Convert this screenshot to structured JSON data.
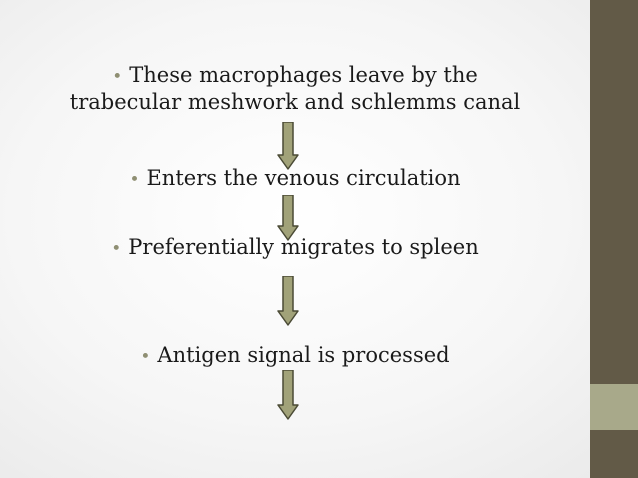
{
  "slide": {
    "bullets": [
      {
        "line1": "These macrophages leave by the",
        "line2": "trabecular meshwork and schlemms canal"
      },
      {
        "text": "Enters the venous circulation"
      },
      {
        "text": "Preferentially migrates to spleen"
      },
      {
        "text": "Antigen signal is processed"
      }
    ],
    "bullet_glyph": "•",
    "arrow_icon": "down-arrow-icon"
  },
  "theme": {
    "sidebar_color": "#625a47",
    "sidebar_accent_color": "#a8a98a",
    "arrow_fill": "#a1a279",
    "arrow_stroke": "#4a4a35",
    "bullet_color": "#8f8f73"
  }
}
